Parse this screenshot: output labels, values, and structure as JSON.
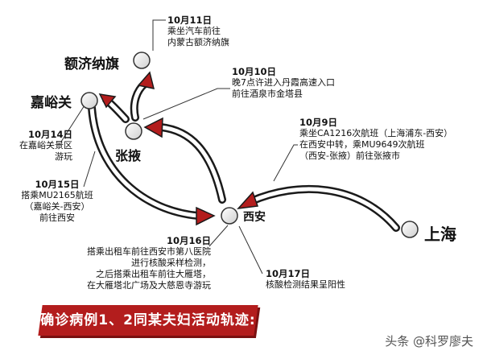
{
  "cities": {
    "ejina": "额济纳旗",
    "jiayuguan": "嘉峪关",
    "zhangye": "张掖",
    "xian": "西安",
    "shanghai": "上海"
  },
  "notes": {
    "oct11": {
      "date": "10月11日",
      "lines": [
        "乘坐汽车前往",
        "内蒙古额济纳旗"
      ]
    },
    "oct10": {
      "date": "10月10日",
      "lines": [
        "晚7点许进入丹霞高速入口",
        "前往酒泉市金塔县"
      ]
    },
    "oct9": {
      "date": "10月9日",
      "lines": [
        "乘坐CA1216次航班（上海浦东-西安）",
        "在西安中转，乘MU9649次航班",
        "（西安-张掖）前往张掖市"
      ]
    },
    "oct14": {
      "date": "10月14日",
      "lines": [
        "在嘉峪关景区",
        "游玩"
      ]
    },
    "oct15": {
      "date": "10月15日",
      "lines": [
        "搭乘MU2165航班",
        "（嘉峪关-西安）",
        "前往西安"
      ]
    },
    "oct16": {
      "date": "10月16日",
      "lines": [
        "搭乘出租车前往西安市第八医院",
        "进行核酸采样检测，",
        "之后搭乘出租车前往大雁塔，",
        "在大雁塔北广场及大慈恩寺游玩"
      ]
    },
    "oct17": {
      "date": "10月17日",
      "lines": [
        "核酸检测结果呈阳性"
      ]
    }
  },
  "banner": "确诊病例1、2同某夫妇活动轨迹:",
  "watermark": "头条 @科罗廖夫",
  "colors": {
    "arrow_fill": "#ffffff",
    "arrow_stroke": "#1a1a1a",
    "arrow_head": "#b31d1d",
    "banner": "#b31d1d"
  }
}
